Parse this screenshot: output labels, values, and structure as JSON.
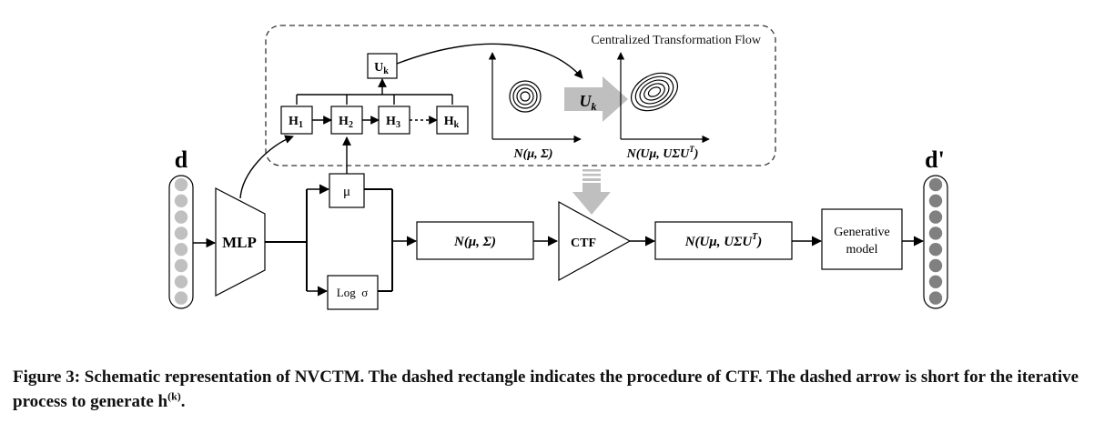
{
  "diagram": {
    "flow_title": "Centralized Transformation Flow",
    "input_label": "d",
    "output_label": "d'",
    "mlp_label": "MLP",
    "mu_label": "μ",
    "log_sigma_label": "Log  σ",
    "gaussian_label": "N(μ, Σ)",
    "ctf_label": "CTF",
    "transformed_label": "N(Uμ, UΣU",
    "transformed_sup": "T",
    "generative_line1": "Generative",
    "generative_line2": "model",
    "uk_box_main": "U",
    "uk_box_sub": "k",
    "uk_arrow_main": "U",
    "uk_arrow_sub": "k",
    "h_nodes": [
      {
        "main": "H",
        "sub": "1"
      },
      {
        "main": "H",
        "sub": "2"
      },
      {
        "main": "H",
        "sub": "3"
      },
      {
        "main": "H",
        "sub": "k"
      }
    ],
    "plot_left_label": "N(μ, Σ)",
    "plot_right_label": "N(Uμ, UΣU",
    "plot_right_sup": "T",
    "input_dot_color": "#c0c0c0",
    "output_dot_color": "#808080"
  },
  "caption": {
    "text": "Figure 3: Schematic representation of NVCTM. The dashed rectangle indicates the procedure of CTF. The dashed arrow is short for the iterative process to generate h",
    "sup": "(k)",
    "tail": "."
  }
}
